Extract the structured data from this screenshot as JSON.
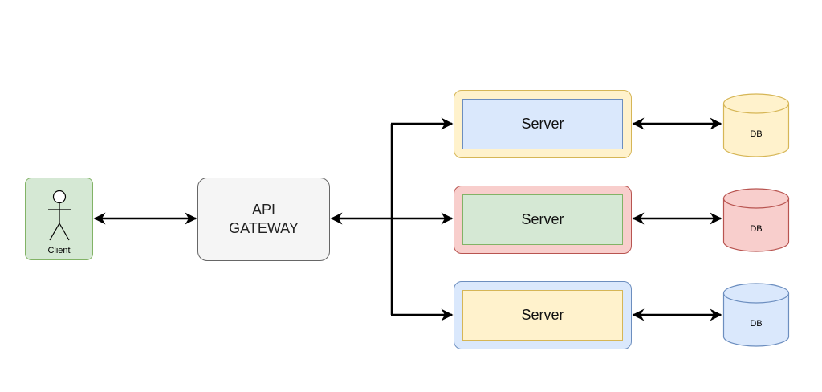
{
  "diagram": {
    "client": {
      "label": "Client",
      "fill": "#d5e8d4",
      "stroke": "#82b366"
    },
    "gateway": {
      "label": "API\nGATEWAY",
      "fill": "#f5f5f5",
      "stroke": "#666666"
    },
    "servers": [
      {
        "label": "Server",
        "outer_fill": "#fff2cc",
        "outer_stroke": "#d6b656",
        "inner_fill": "#dae8fc",
        "inner_stroke": "#6c8ebf"
      },
      {
        "label": "Server",
        "outer_fill": "#f8cecc",
        "outer_stroke": "#b85450",
        "inner_fill": "#d5e8d4",
        "inner_stroke": "#82b366"
      },
      {
        "label": "Server",
        "outer_fill": "#dae8fc",
        "outer_stroke": "#6c8ebf",
        "inner_fill": "#fff2cc",
        "inner_stroke": "#d6b656"
      }
    ],
    "databases": [
      {
        "label": "DB",
        "fill": "#fff2cc",
        "stroke": "#d6b656"
      },
      {
        "label": "DB",
        "fill": "#f8cecc",
        "stroke": "#b85450"
      },
      {
        "label": "DB",
        "fill": "#dae8fc",
        "stroke": "#6c8ebf"
      }
    ],
    "edge_color": "#000000"
  }
}
